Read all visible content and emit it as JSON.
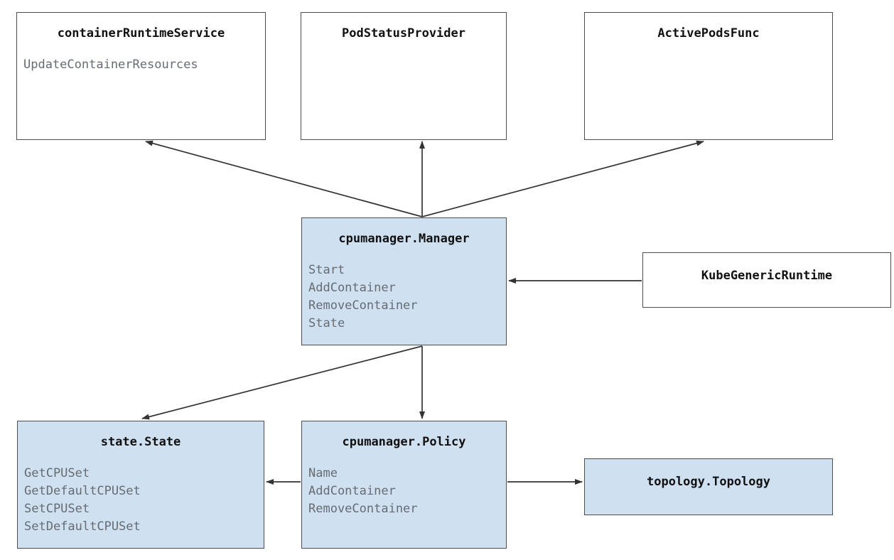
{
  "diagram": {
    "type": "uml-class-dependency-diagram",
    "colors": {
      "node_fill_highlight": "#cfe0f1",
      "node_fill_plain": "#ffffff",
      "node_border": "#4d4d4d",
      "title_text": "#111111",
      "method_text": "#666c72",
      "edge": "#333333",
      "background": "#ffffff"
    },
    "nodes": [
      {
        "id": "container-runtime-service",
        "title": "containerRuntimeService",
        "methods": [
          "UpdateContainerResources"
        ],
        "filled": false
      },
      {
        "id": "pod-status-provider",
        "title": "PodStatusProvider",
        "methods": [],
        "filled": false
      },
      {
        "id": "active-pods-func",
        "title": "ActivePodsFunc",
        "methods": [],
        "filled": false
      },
      {
        "id": "cpumanager-manager",
        "title": "cpumanager.Manager",
        "methods": [
          "Start",
          "AddContainer",
          "RemoveContainer",
          "State"
        ],
        "filled": true
      },
      {
        "id": "kube-generic-runtime",
        "title": "KubeGenericRuntime",
        "methods": [],
        "filled": false
      },
      {
        "id": "state-state",
        "title": "state.State",
        "methods": [
          "GetCPUSet",
          "GetDefaultCPUSet",
          "SetCPUSet",
          "SetDefaultCPUSet"
        ],
        "filled": true
      },
      {
        "id": "cpumanager-policy",
        "title": "cpumanager.Policy",
        "methods": [
          "Name",
          "AddContainer",
          "RemoveContainer"
        ],
        "filled": true
      },
      {
        "id": "topology-topology",
        "title": "topology.Topology",
        "methods": [],
        "filled": true
      }
    ],
    "edges": [
      {
        "id": "manager-to-container-runtime-service",
        "from": "cpumanager-manager",
        "to": "container-runtime-service",
        "arrow": "to"
      },
      {
        "id": "manager-to-pod-status-provider",
        "from": "cpumanager-manager",
        "to": "pod-status-provider",
        "arrow": "to"
      },
      {
        "id": "manager-to-active-pods-func",
        "from": "cpumanager-manager",
        "to": "active-pods-func",
        "arrow": "to"
      },
      {
        "id": "kube-generic-runtime-to-manager",
        "from": "kube-generic-runtime",
        "to": "cpumanager-manager",
        "arrow": "to"
      },
      {
        "id": "manager-to-state-state",
        "from": "cpumanager-manager",
        "to": "state-state",
        "arrow": "to"
      },
      {
        "id": "manager-to-policy",
        "from": "cpumanager-manager",
        "to": "cpumanager-policy",
        "arrow": "to"
      },
      {
        "id": "policy-to-state-state",
        "from": "cpumanager-policy",
        "to": "state-state",
        "arrow": "to"
      },
      {
        "id": "policy-to-topology",
        "from": "cpumanager-policy",
        "to": "topology-topology",
        "arrow": "to"
      }
    ]
  }
}
